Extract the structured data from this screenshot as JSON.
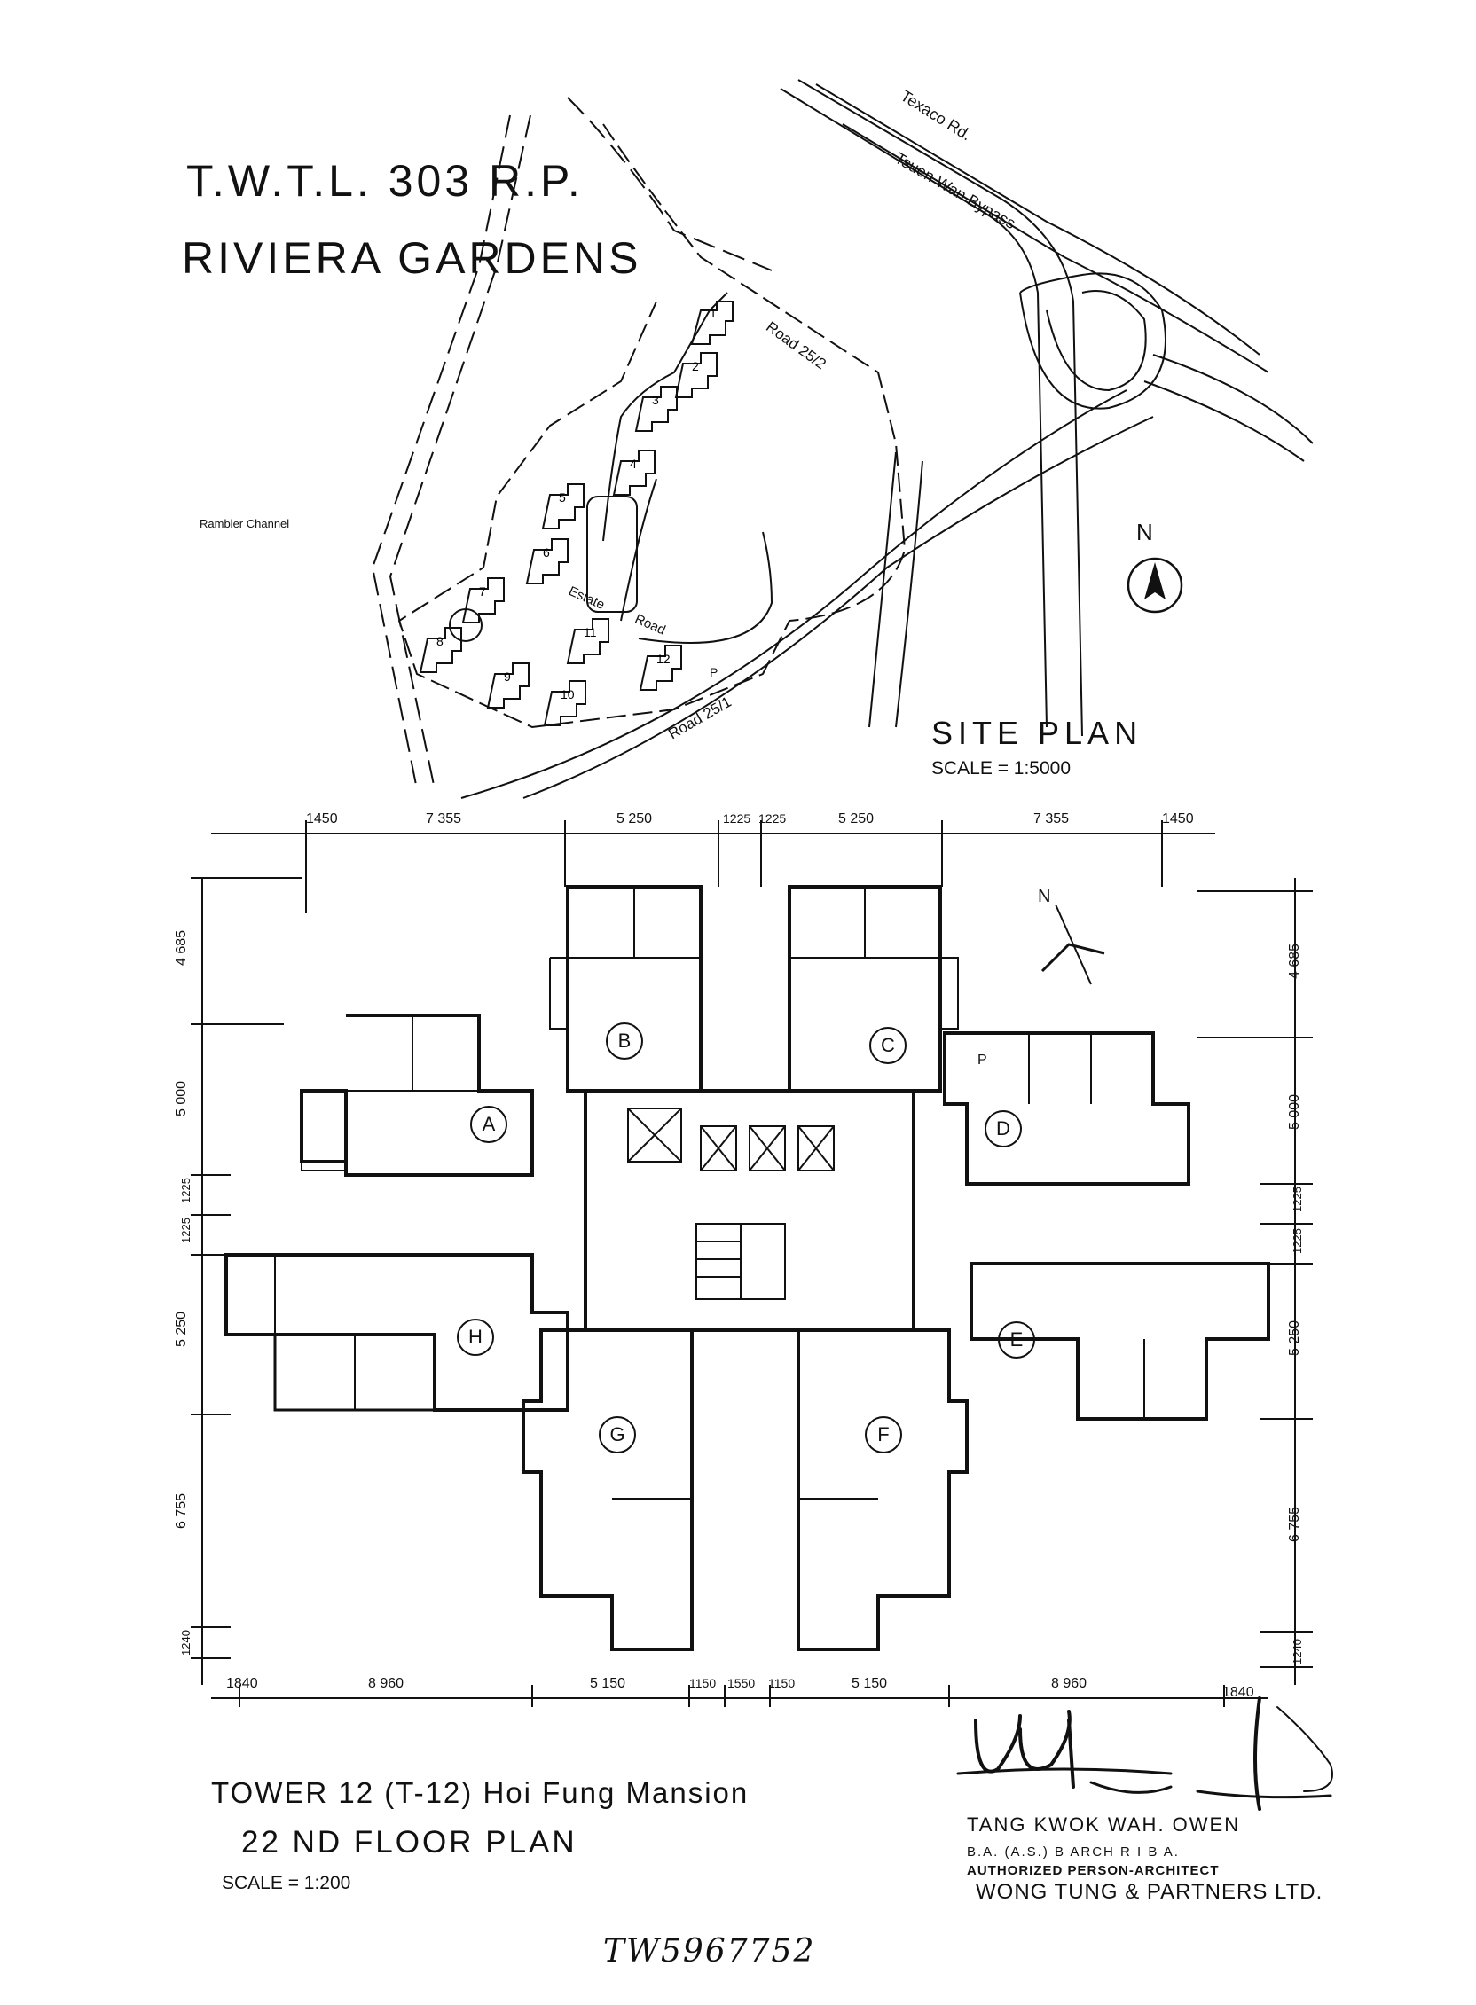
{
  "title": {
    "lot": "T.W.T.L. 303 R.P.",
    "estate": "RIVIERA GARDENS"
  },
  "site_plan": {
    "label": "SITE PLAN",
    "scale": "SCALE = 1:5000",
    "north": "N",
    "channel": "Rambler Channel",
    "roads": [
      "Texaco Rd.",
      "Tsuen Wan Bypass",
      "Road 25/2",
      "Road 25/1",
      "Estate",
      "Road",
      "P"
    ],
    "blocks": [
      "1",
      "2",
      "3",
      "4",
      "5",
      "6",
      "7",
      "8",
      "9",
      "10",
      "11",
      "12"
    ]
  },
  "floor_plan": {
    "north": "N",
    "units": [
      "A",
      "B",
      "C",
      "D",
      "E",
      "F",
      "G",
      "H"
    ],
    "room_mark": "P",
    "dims_top": [
      "1450",
      "7 355",
      "5 250",
      "1225",
      "1225",
      "5 250",
      "7 355",
      "1450"
    ],
    "dims_bottom": [
      "1840",
      "8 960",
      "5 150",
      "1150",
      "1550",
      "1150",
      "5 150",
      "8 960",
      "1840"
    ],
    "dims_left": [
      "4 685",
      "5 000",
      "1225",
      "1225",
      "5 250",
      "6 755",
      "1240"
    ],
    "dims_right": [
      "4 685",
      "5 000",
      "1225",
      "1225",
      "5 250",
      "6 755",
      "1240"
    ]
  },
  "caption": {
    "tower": "TOWER 12 (T-12) Hoi Fung Mansion",
    "floor": "22 ND FLOOR PLAN",
    "scale": "SCALE = 1:200"
  },
  "architect": {
    "name": "TANG KWOK WAH. OWEN",
    "quals": "B.A. (A.S.) B ARCH R I B A.",
    "role": "AUTHORIZED PERSON-ARCHITECT",
    "firm": "WONG TUNG & PARTNERS LTD."
  },
  "reference": "TW5967752"
}
